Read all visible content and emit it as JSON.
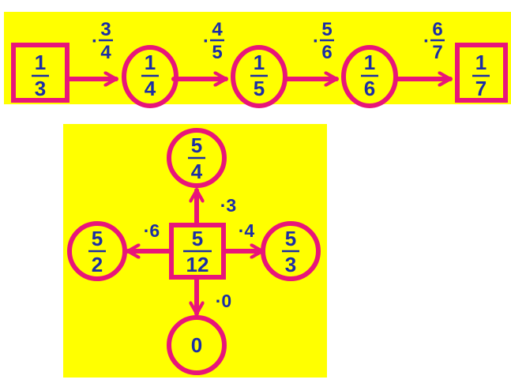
{
  "colors": {
    "background": "#ffff00",
    "node": "#e8157a",
    "text": "#1b2ea6"
  },
  "chain": {
    "nodes": [
      {
        "shape": "square",
        "num": "1",
        "den": "3"
      },
      {
        "shape": "circle",
        "num": "1",
        "den": "4"
      },
      {
        "shape": "circle",
        "num": "1",
        "den": "5"
      },
      {
        "shape": "circle",
        "num": "1",
        "den": "6"
      },
      {
        "shape": "square",
        "num": "1",
        "den": "7"
      }
    ],
    "edges": [
      {
        "op": "·",
        "num": "3",
        "den": "4"
      },
      {
        "op": "·",
        "num": "4",
        "den": "5"
      },
      {
        "op": "·",
        "num": "5",
        "den": "6"
      },
      {
        "op": "·",
        "num": "6",
        "den": "7"
      }
    ]
  },
  "star": {
    "center": {
      "shape": "square",
      "num": "5",
      "den": "12"
    },
    "top": {
      "num": "5",
      "den": "4",
      "label": "·3"
    },
    "left": {
      "num": "5",
      "den": "2",
      "label": "·6"
    },
    "right": {
      "num": "5",
      "den": "3",
      "label": "·4"
    },
    "bottom": {
      "value": "0",
      "label": "·0"
    }
  }
}
